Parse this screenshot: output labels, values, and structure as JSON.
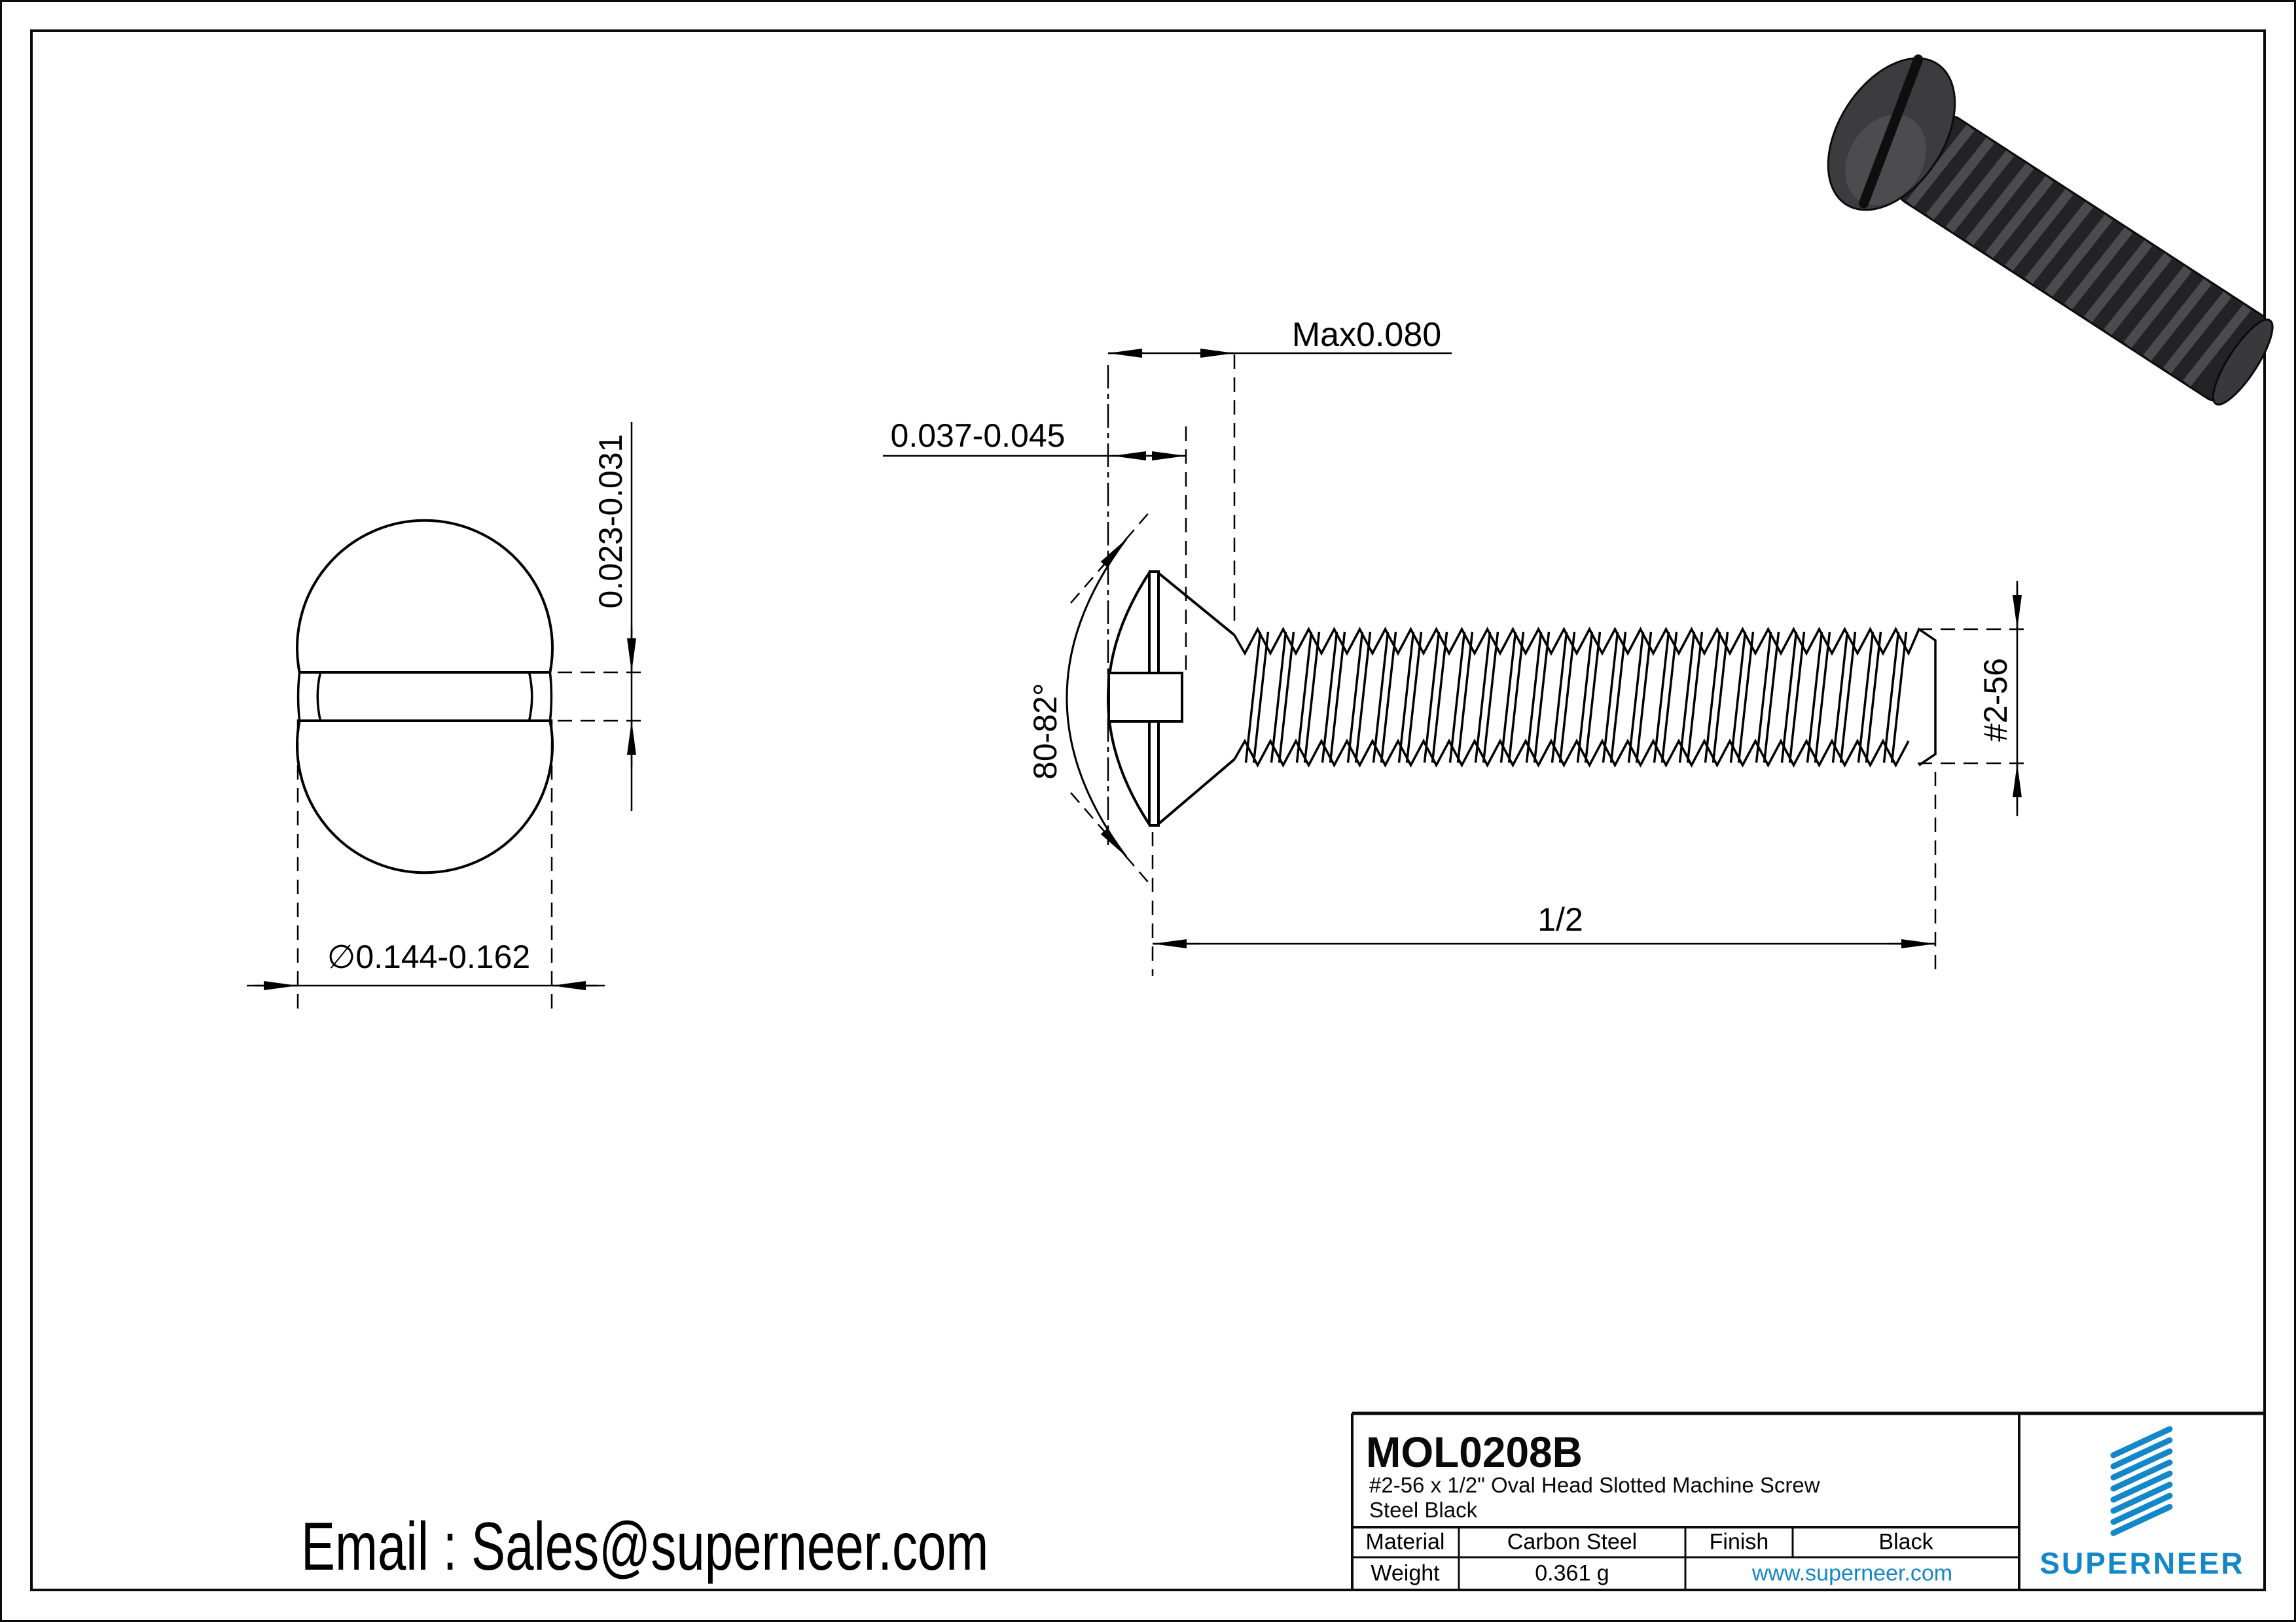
{
  "dims": {
    "head_height": "Max0.080",
    "slot_depth": "0.037-0.045",
    "slot_width": "0.023-0.031",
    "head_diameter": "∅0.144-0.162",
    "cone_angle": "80-82°",
    "thread_size": "#2-56",
    "length": "1/2"
  },
  "title_block": {
    "part_number": "MOL0208B",
    "description_line1": "#2-56 x 1/2\" Oval Head Slotted Machine Screw",
    "description_line2": "Steel Black",
    "material_label": "Material",
    "material_value": "Carbon Steel",
    "finish_label": "Finish",
    "finish_value": "Black",
    "weight_label": "Weight",
    "weight_value": "0.361 g",
    "website": "www.superneer.com",
    "brand": "SUPERNEER"
  },
  "footer": {
    "email": "Email : Sales@superneer.com"
  },
  "colors": {
    "accent_blue": "#1487c8",
    "line_black": "#000000"
  }
}
